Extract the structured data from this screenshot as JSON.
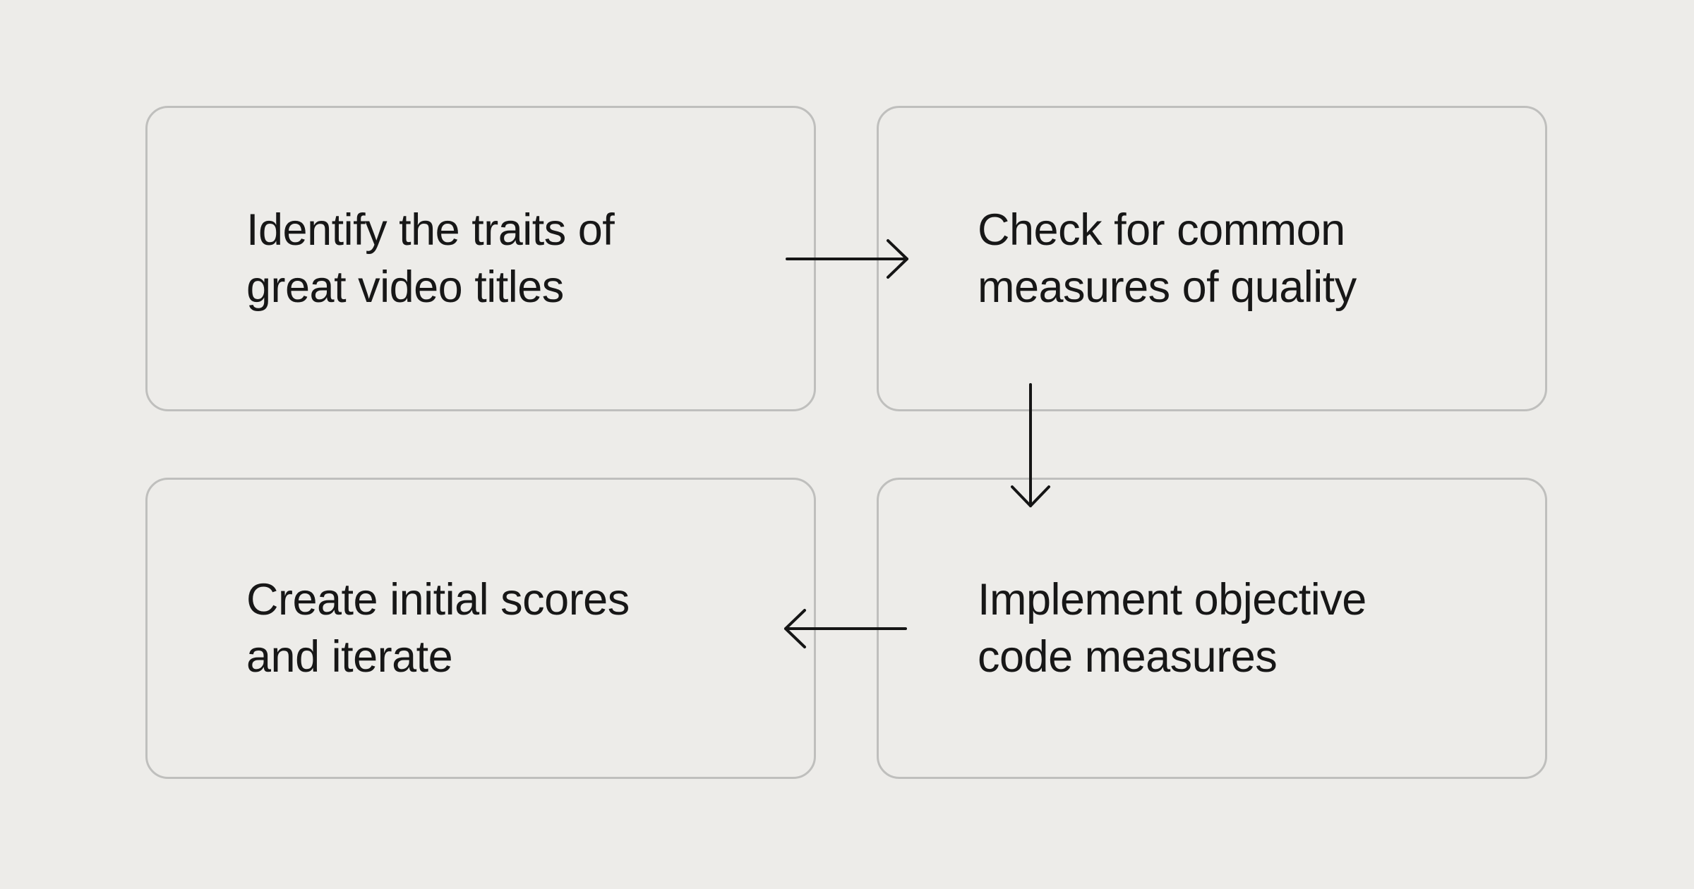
{
  "colors": {
    "background": "#edece9",
    "node_border": "#bfbfbd",
    "text": "#171717",
    "arrow": "#151515"
  },
  "diagram": {
    "nodes": [
      {
        "id": "identify",
        "label": "Identify the traits of\ngreat video titles"
      },
      {
        "id": "check",
        "label": "Check for common\nmeasures of quality"
      },
      {
        "id": "implement",
        "label": "Implement objective\ncode measures"
      },
      {
        "id": "create",
        "label": "Create initial scores\nand iterate"
      }
    ],
    "arrows": [
      {
        "from": "identify",
        "to": "check",
        "direction": "right"
      },
      {
        "from": "check",
        "to": "implement",
        "direction": "down"
      },
      {
        "from": "implement",
        "to": "create",
        "direction": "left"
      }
    ]
  }
}
